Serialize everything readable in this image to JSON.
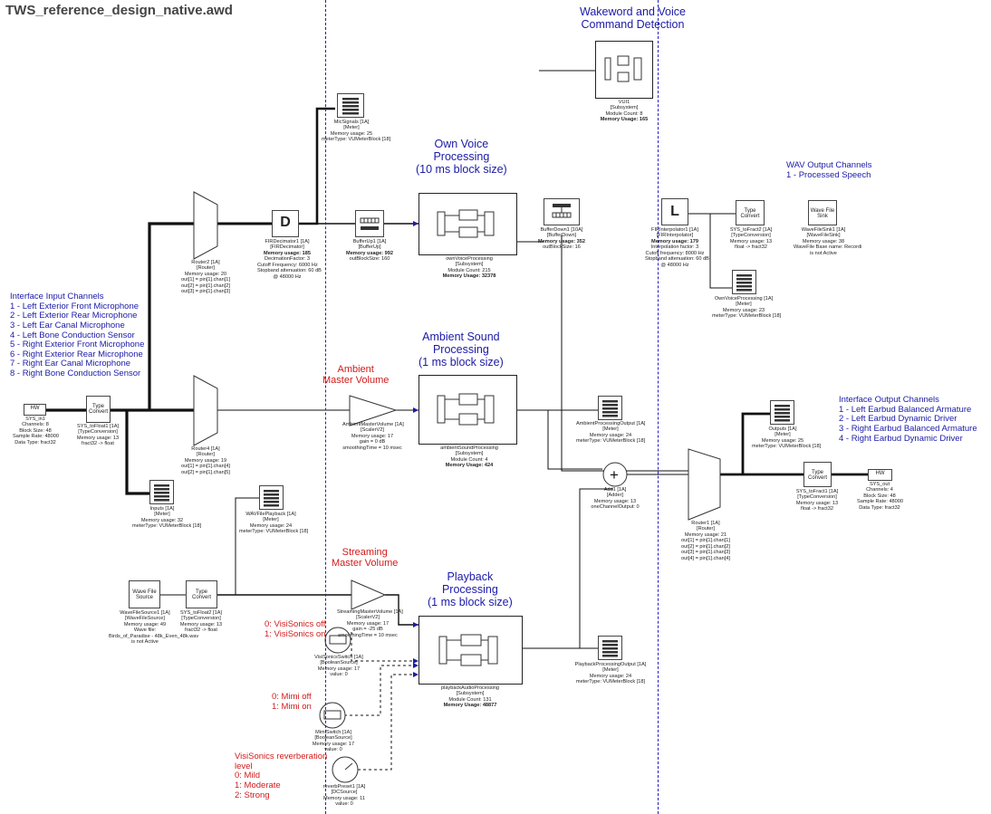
{
  "title": "TWS_reference_design_native.awd",
  "headings": {
    "wakeword": "Wakeword and Voice\nCommand Detection",
    "own_voice": "Own Voice\nProcessing\n(10 ms block size)",
    "ambient": "Ambient Sound\nProcessing\n(1 ms block size)",
    "playback": "Playback\nProcessing\n(1 ms block size)",
    "ambient_master": "Ambient\nMaster Volume",
    "streaming_master": "Streaming\nMaster Volume"
  },
  "notes": {
    "input_channels": {
      "title": "Interface Input Channels",
      "items": [
        "1 - Left Exterior Front Microphone",
        "2 - Left Exterior Rear Microphone",
        "3 - Left Ear Canal Microphone",
        "4 - Left Bone Conduction Sensor",
        "5 - Right Exterior Front Microphone",
        "6 - Right Exterior Rear Microphone",
        "7 - Right Ear Canal Microphone",
        "8 - Right Bone Conduction Sensor"
      ]
    },
    "output_channels": {
      "title": "Interface Output Channels",
      "items": [
        "1 - Left Earbud Balanced Armature",
        "2 - Left Earbud Dynamic Driver",
        "3 - Right Earbud Balanced Armature",
        "4 - Right Earbud Dynamic Driver"
      ]
    },
    "wav_output": {
      "title": "WAV Output Channels",
      "items": [
        "1 - Processed Speech"
      ]
    },
    "visisonics": "0: VisiSonics off\n1: VisiSonics on",
    "mimi": "0: Mimi off\n1: Mimi on",
    "reverb": "VisiSonics reverberation\nlevel\n0: Mild\n1: Moderate\n2: Strong"
  },
  "blocks": {
    "sys_in": {
      "label": "HW",
      "caption": "SYS_in1\nChannels: 8\nBlock Size: 48\nSample Rate: 48000\nData Type: fract32"
    },
    "type_convert1": {
      "label": "Type\nConvert",
      "caption": "SYS_toFloat1 [1A]\n[TypeConversion]\nMemory usage: 13\nfract32 -> float"
    },
    "router2": {
      "caption": "Router2 [1A]\n[Router]\nMemory usage: 20\nout[1] = pin[1].chan[1]\nout[2] = pin[1].chan[2]\nout[3] = pin[1].chan[3]"
    },
    "router4": {
      "caption": "Router4 [1A]\n[Router]\nMemory usage: 19\nout[1] = pin[1].chan[4]\nout[2] = pin[1].chan[5]"
    },
    "inputs": {
      "caption": "Inputs [1A]\n[Meter]\nMemory usage: 32\nmeterType: VUMeterBlock [18]"
    },
    "fir_decimator": {
      "label": "D",
      "caption": "FIRDecimator1 [1A]\n[FIRDecimator]",
      "bold": "Memory usage: 185",
      "extra": "DecimationFactor: 3\nCutoff Frequency: 6000 Hz\nStopband attenuation: 60 dB\n@ 48000 Hz"
    },
    "mic_signals": {
      "caption": "MicSignals [1A]\n[Meter]\nMemory usage: 25\nmeterType: VUMeterBlock [18]"
    },
    "buffer_up1": {
      "caption": "BufferUp1 [1A]\n[BufferUp]",
      "bold": "Memory usage: 992",
      "extra": "outBlockSize: 160"
    },
    "own_voice_sub": {
      "inner": "",
      "caption": "ownVoiceProcessing\n[Subsystem]\nModule Count: 215",
      "bold": "Memory Usage: 32378"
    },
    "buffer_down1": {
      "caption": "BufferDown1 [10A]\n[BufferDown]",
      "bold": "Memory usage: 352",
      "extra": "outBlockSize: 16"
    },
    "vui": {
      "caption": "VUI1\n[Subsystem]\nModule Count: 8",
      "bold": "Memory Usage: 165"
    },
    "fir_interpolator": {
      "label": "L",
      "caption": "FIRInterpolator1 [1A]\n[FIRInterpolator]",
      "bold": "Memory usage: 179",
      "extra": "Interpolation factor: 3\nCutoff frequency: 8000 Hz\nStopband attenuation: 60 dB\n@ 48000 Hz"
    },
    "type_convert_fract2": {
      "label": "Type\nConvert",
      "caption": "SYS_toFract2 [1A]\n[TypeConversion]\nMemory usage: 13\nfloat -> fract32"
    },
    "wave_file_sink": {
      "label": "Wave File\nSink",
      "caption": "WaveFileSink1 [1A]\n[WaveFileSink]\nMemory usage: 38\nWaveFile Base name: Recordi\nis not Active"
    },
    "own_voice_meter": {
      "caption": "OwnVoiceProcessing [1A]\n[Meter]\nMemory usage: 23\nmeterType: VUMeterBlock [18]"
    },
    "ambient_master_volume": {
      "caption": "AmbientMasterVolume [1A]\n[ScalerV2]\nMemory usage: 17\ngain = 0 dB\nsmoothingTime = 10 msec"
    },
    "ambient_sub": {
      "caption": "ambientSoundProcessing\n[Subsystem]\nModule Count: 4",
      "bold": "Memory Usage: 424"
    },
    "ambient_meter": {
      "caption": "AmbientProcessingOutput [1A]\n[Meter]\nMemory usage: 24\nmeterType: VUMeterBlock [18]"
    },
    "adder": {
      "caption": "Add1 [1A]\n[Adder]\nMemory usage: 13\noneChannelOutput: 0"
    },
    "router1": {
      "caption": "Router1 [1A]\n[Router]\nMemory usage: 21\nout[1] = pin[1].chan[1]\nout[2] = pin[1].chan[2]\nout[3] = pin[1].chan[3]\nout[4] = pin[1].chan[4]"
    },
    "outputs_meter": {
      "caption": "Outputs [1A]\n[Meter]\nMemory usage: 25\nmeterType: VUMeterBlock [18]"
    },
    "type_convert_fract1": {
      "label": "Type\nConvert",
      "caption": "SYS_toFract1 [1A]\n[TypeConversion]\nMemory usage: 13\nfloat -> fract32"
    },
    "sys_out": {
      "label": "HW",
      "caption": "SYS_out\nChannels: 4\nBlock Size: 48\nSample Rate: 48000\nData Type: fract32"
    },
    "wav_file_source": {
      "label": "Wave File\nSource",
      "caption": "WaveFileSource1 [1A]\n[WaveFileSource]\nMemory usage: 49\nWave file:\nBirds_of_Paradise - 48k_Even_48k.wav\nis not Active"
    },
    "type_convert_float2": {
      "label": "Type\nConvert",
      "caption": "SYS_toFloat2 [1A]\n[TypeConversion]\nMemory usage: 13\nfract32 -> float"
    },
    "wav_file_playback": {
      "caption": "WAVFilePlayback [1A]\n[Meter]\nMemory usage: 24\nmeterType: VUMeterBlock [18]"
    },
    "streaming_master_volume": {
      "caption": "StreamingMasterVolume [1A]\n[ScalerV2]\nMemory usage: 17\ngain = -25 dB\nsmoothingTime = 10 msec"
    },
    "playback_sub": {
      "caption": "playbackAudioProcessing\n[Subsystem]\nModule Count: 131",
      "bold": "Memory Usage: 48877"
    },
    "playback_meter": {
      "caption": "PlaybackProcessingOutput [1A]\n[Meter]\nMemory usage: 24\nmeterType: VUMeterBlock [18]"
    },
    "visisonics_switch": {
      "caption": "VisiSonicsSwitch [1A]\n[BooleanSource]\nMemory usage: 17\nvalue: 0"
    },
    "mimi_switch": {
      "caption": "MimiSwitch [1A]\n[BooleanSource]\nMemory usage: 17\nvalue: 0"
    },
    "reverb_preset": {
      "caption": "reverbPreset1 [1A]\n[DCSource]\nMemory usage: 11\nvalue: 0"
    }
  }
}
